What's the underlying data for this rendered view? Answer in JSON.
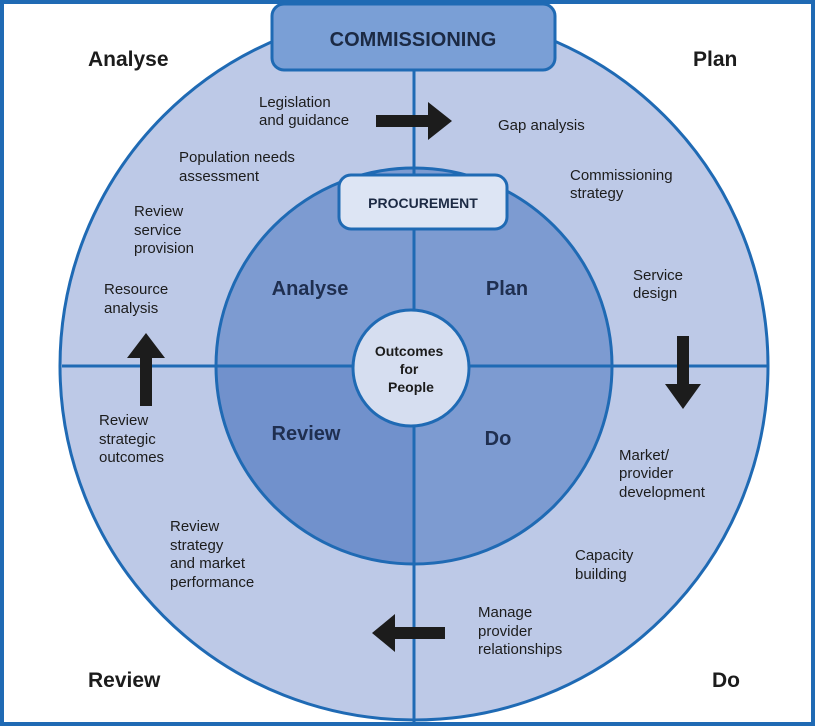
{
  "diagram": {
    "title": "COMMISSIONING",
    "inner_label": "PROCUREMENT",
    "center_label": [
      "Outcomes",
      "for",
      "People"
    ],
    "corners": {
      "top_left": "Analyse",
      "top_right": "Plan",
      "bottom_left": "Review",
      "bottom_right": "Do"
    },
    "inner_phases": {
      "top_left": "Analyse",
      "top_right": "Plan",
      "bottom_left": "Review",
      "bottom_right": "Do"
    },
    "outer_steps": [
      [
        "Legislation",
        "and guidance"
      ],
      [
        "Gap analysis"
      ],
      [
        "Population needs",
        "assessment"
      ],
      [
        "Commissioning",
        "strategy"
      ],
      [
        "Review",
        "service",
        "provision"
      ],
      [
        "Service",
        "design"
      ],
      [
        "Resource",
        "analysis"
      ],
      [
        "Review",
        "strategic",
        "outcomes"
      ],
      [
        "Market/",
        "provider",
        "development"
      ],
      [
        "Review",
        "strategy",
        "and market",
        "performance"
      ],
      [
        "Capacity",
        "building"
      ],
      [
        "Manage",
        "provider",
        "relationships"
      ]
    ],
    "colors": {
      "frame": "#1f6ab4",
      "outer_ring": "#bdc9e7",
      "inner_ring": "#7d9bd1",
      "inner_bottom_left": "#7191cc",
      "divider": "#1f6ab4",
      "center": "#d6def0",
      "banner": "#7a9fd6",
      "procurement_box": "#dde5f4",
      "arrow": "#1c1c1c"
    },
    "icons": [
      "arrow-right-icon",
      "arrow-down-icon",
      "arrow-left-icon",
      "arrow-up-icon"
    ]
  }
}
